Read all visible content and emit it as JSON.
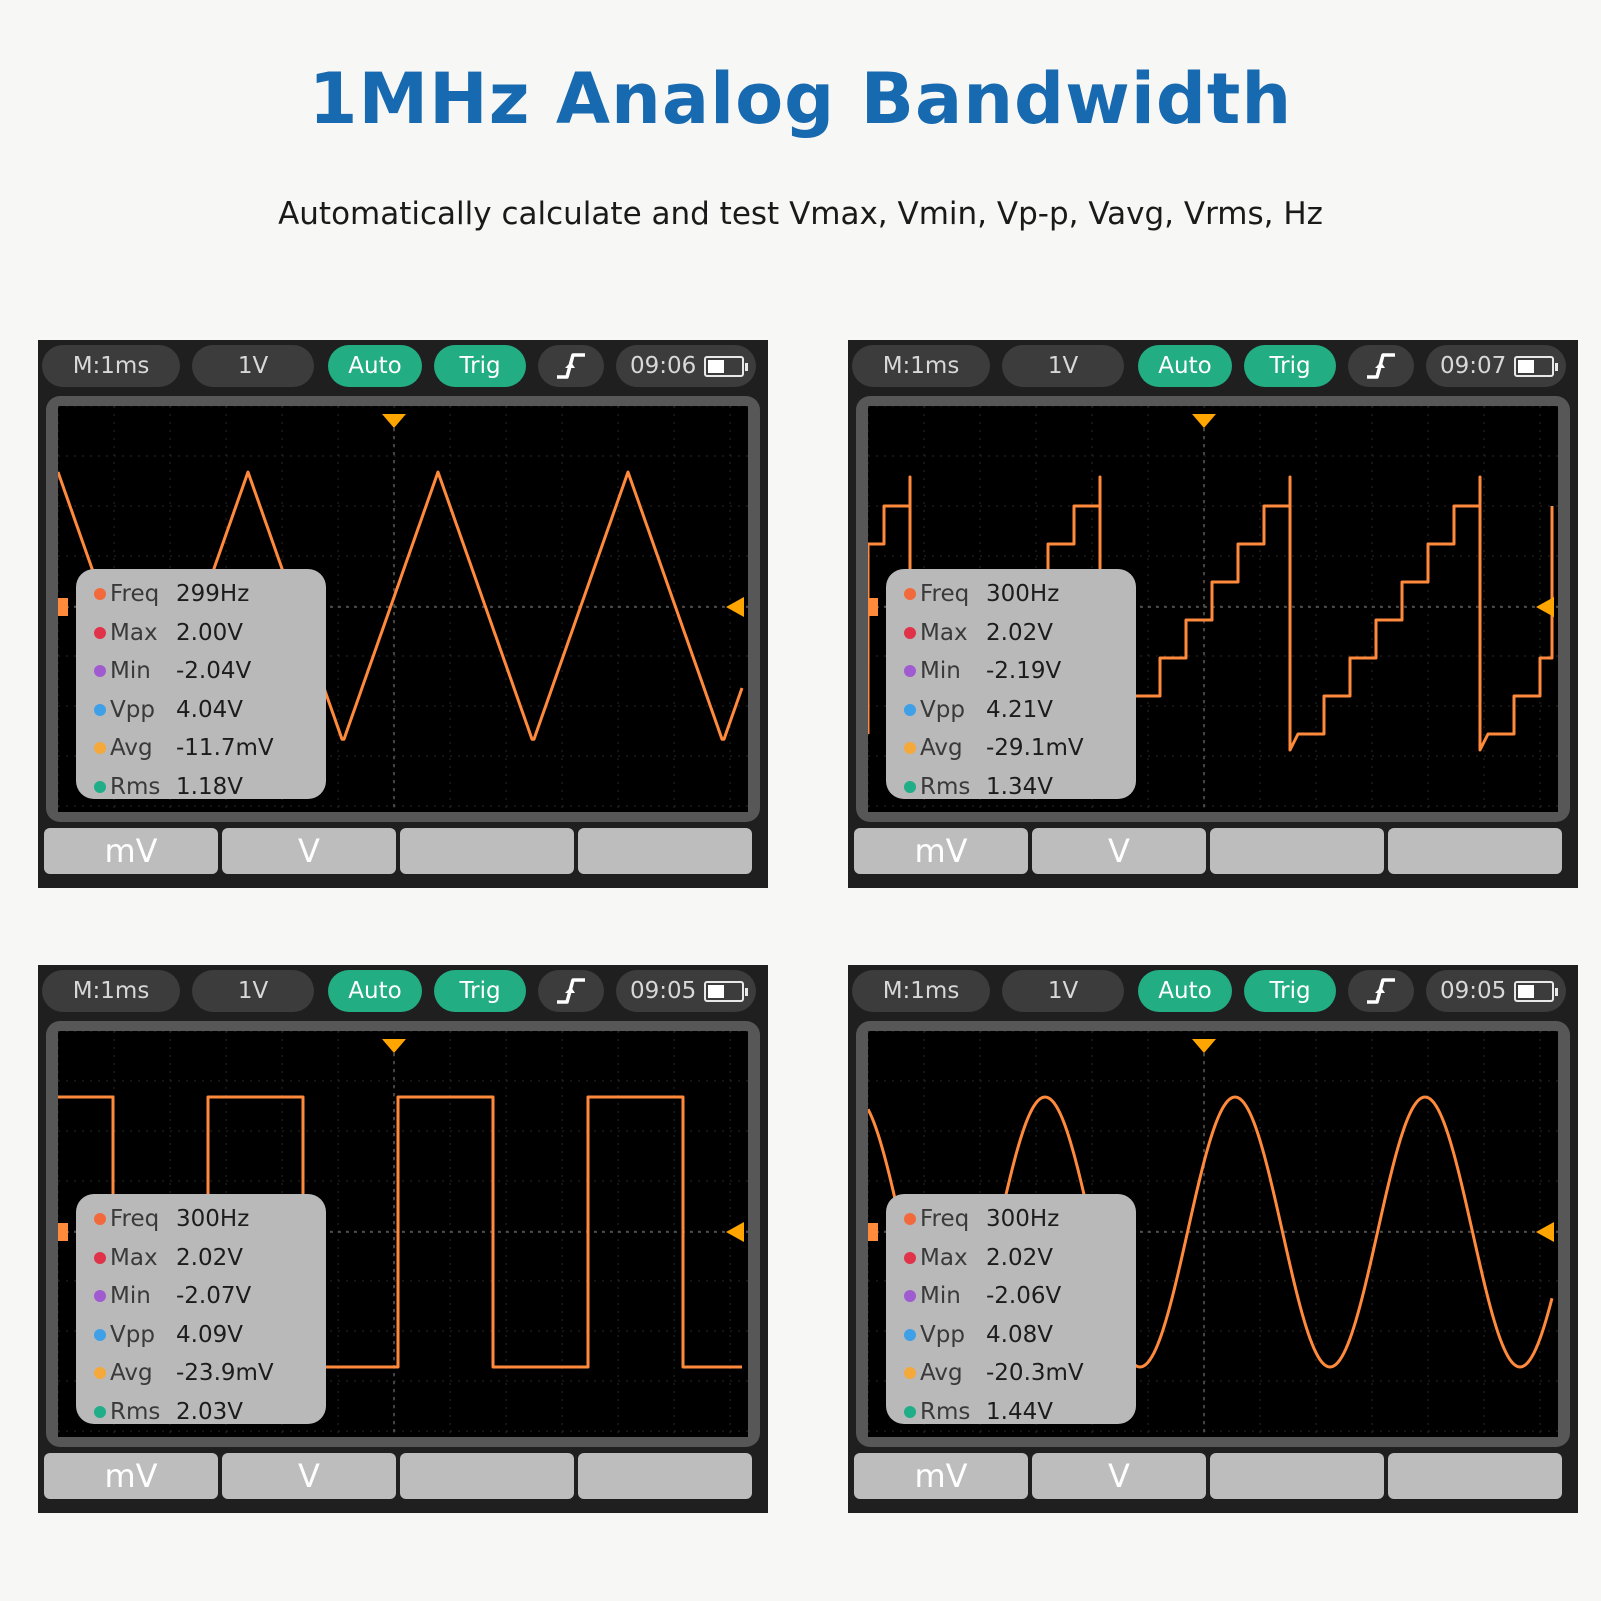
{
  "title": "1MHz Analog Bandwidth",
  "subtitle": "Automatically calculate and test Vmax, Vmin, Vp-p, Vavg, Vrms, Hz",
  "colors": {
    "title": "#1769b0",
    "trace": "#ff8a3c",
    "auto_pill": "#22ad83",
    "trigger_marker": "#ffa500",
    "dot_freq": "#f26a3c",
    "dot_max": "#e0334a",
    "dot_min": "#a05bd0",
    "dot_vpp": "#3fa0e8",
    "dot_avg": "#f5a93a",
    "dot_rms": "#1fae88"
  },
  "scopes": [
    {
      "waveform": "triangle",
      "topbar": {
        "timebase": "M:1ms",
        "volts": "1V",
        "mode": "Auto",
        "trig": "Trig",
        "edge_icon": "rising-edge-icon",
        "time": "09:06",
        "battery_icon": "battery-icon"
      },
      "measurements": [
        {
          "label": "Freq",
          "value": "299Hz"
        },
        {
          "label": "Max",
          "value": "2.00V"
        },
        {
          "label": "Min",
          "value": "-2.04V"
        },
        {
          "label": "Vpp",
          "value": "4.04V"
        },
        {
          "label": "Avg",
          "value": "-11.7mV"
        },
        {
          "label": "Rms",
          "value": "1.18V"
        }
      ],
      "softkeys": [
        "mV",
        "V",
        "",
        ""
      ]
    },
    {
      "waveform": "staircase",
      "topbar": {
        "timebase": "M:1ms",
        "volts": "1V",
        "mode": "Auto",
        "trig": "Trig",
        "edge_icon": "rising-edge-icon",
        "time": "09:07",
        "battery_icon": "battery-icon"
      },
      "measurements": [
        {
          "label": "Freq",
          "value": "300Hz"
        },
        {
          "label": "Max",
          "value": "2.02V"
        },
        {
          "label": "Min",
          "value": "-2.19V"
        },
        {
          "label": "Vpp",
          "value": "4.21V"
        },
        {
          "label": "Avg",
          "value": "-29.1mV"
        },
        {
          "label": "Rms",
          "value": "1.34V"
        }
      ],
      "softkeys": [
        "mV",
        "V",
        "",
        ""
      ]
    },
    {
      "waveform": "square",
      "topbar": {
        "timebase": "M:1ms",
        "volts": "1V",
        "mode": "Auto",
        "trig": "Trig",
        "edge_icon": "rising-edge-icon",
        "time": "09:05",
        "battery_icon": "battery-icon"
      },
      "measurements": [
        {
          "label": "Freq",
          "value": "300Hz"
        },
        {
          "label": "Max",
          "value": "2.02V"
        },
        {
          "label": "Min",
          "value": "-2.07V"
        },
        {
          "label": "Vpp",
          "value": "4.09V"
        },
        {
          "label": "Avg",
          "value": "-23.9mV"
        },
        {
          "label": "Rms",
          "value": "2.03V"
        }
      ],
      "softkeys": [
        "mV",
        "V",
        "",
        ""
      ]
    },
    {
      "waveform": "sine",
      "topbar": {
        "timebase": "M:1ms",
        "volts": "1V",
        "mode": "Auto",
        "trig": "Trig",
        "edge_icon": "rising-edge-icon",
        "time": "09:05",
        "battery_icon": "battery-icon"
      },
      "measurements": [
        {
          "label": "Freq",
          "value": "300Hz"
        },
        {
          "label": "Max",
          "value": "2.02V"
        },
        {
          "label": "Min",
          "value": "-2.06V"
        },
        {
          "label": "Vpp",
          "value": "4.08V"
        },
        {
          "label": "Avg",
          "value": "-20.3mV"
        },
        {
          "label": "Rms",
          "value": "1.44V"
        }
      ],
      "softkeys": [
        "mV",
        "V",
        "",
        ""
      ]
    }
  ]
}
